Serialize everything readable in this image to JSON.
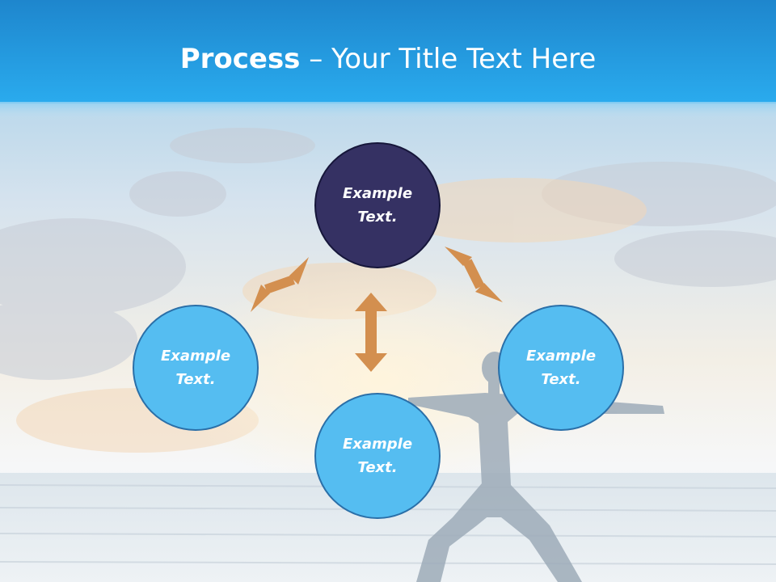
{
  "slide": {
    "title_bold": "Process",
    "title_rest": " – Your Title Text Here"
  },
  "diagram": {
    "nodes": [
      {
        "id": "top",
        "label": "Example Text."
      },
      {
        "id": "left",
        "label": "Example Text."
      },
      {
        "id": "bottom",
        "label": "Example Text."
      },
      {
        "id": "right",
        "label": "Example Text."
      }
    ],
    "links": [
      {
        "from": "top",
        "to": "left",
        "direction": "both"
      },
      {
        "from": "top",
        "to": "bottom",
        "direction": "both"
      },
      {
        "from": "top",
        "to": "right",
        "direction": "both"
      }
    ]
  },
  "colors": {
    "title_bar_top": "#1e88cf",
    "title_bar_bottom": "#29a9ec",
    "node_dark": "#353163",
    "node_light": "#55bdf1",
    "arrow": "#d38f4f"
  }
}
